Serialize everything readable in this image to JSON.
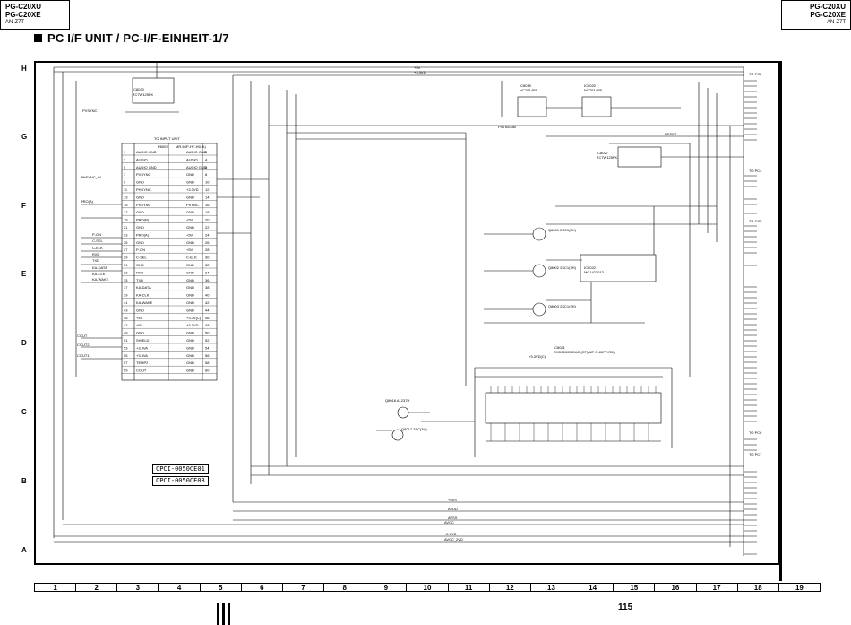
{
  "header": {
    "left_models": [
      "PG-C20XU",
      "PG-C20XE"
    ],
    "left_sub": "AN-Z7T",
    "right_models": [
      "PG-C20XU",
      "PG-C20XE"
    ],
    "right_sub": "AN-Z7T"
  },
  "title": "PC I/F UNIT / PC-I/F-EINHEIT-1/7",
  "row_labels": [
    "H",
    "G",
    "F",
    "E",
    "D",
    "C",
    "B",
    "A"
  ],
  "column_labels": [
    "1",
    "2",
    "3",
    "4",
    "5",
    "6",
    "7",
    "8",
    "9",
    "10",
    "11",
    "12",
    "13",
    "14",
    "15",
    "16",
    "17",
    "18",
    "19"
  ],
  "page_number": "115",
  "code_boxes": [
    "CPCI-0050CE01",
    "CPCI-0050CE03"
  ],
  "components": {
    "ic_top_left": [
      "IC8030",
      "TC7W125FK"
    ],
    "connector_label": "TO INPUT UNIT",
    "connector_ref": "P8003",
    "connector_part": "MR-60P-HF-HD-A)",
    "ic_top_center": [
      "IC8019",
      "NC7S14P5"
    ],
    "ic_top_right": [
      "IC8020",
      "NC7S14P5"
    ],
    "ic_pst": "PST6003M",
    "ic_right": [
      "IC8027",
      "TC7W125FK"
    ],
    "ic_mid": [
      "IC8022",
      "MC1423013"
    ],
    "ic_big": [
      "IC8021",
      "CXD2000DZ/AC (CT)/MF-P-80PT-R8)"
    ],
    "transistors": [
      "Q8001 2SC1(3H)",
      "Q8002 2SC1(3H)",
      "Q8003 2SC1(3H)"
    ],
    "q_lower": [
      "Q8016 A1237H",
      "Q8017 2SC(3H)"
    ]
  },
  "destinations": [
    "TO PC2",
    "TO PC4",
    "TO PC5",
    "TO PC6",
    "TO PC7"
  ],
  "signals_left": [
    "PVSYNC",
    "PHSYNC_IN",
    "PRO(A)",
    "P-ON",
    "C-SEL",
    "C-ELK",
    "RXD",
    "TXD",
    "KA-DATA",
    "KA-CLK",
    "KA-WAKE",
    "COUT",
    "COUT2",
    "COUT1"
  ],
  "signals_top": [
    "+3.3VD",
    "+5V",
    "RESET",
    "+3.3VD(C)"
  ],
  "signals_bottom": [
    "+5VS",
    "AVDD",
    "AVSS",
    "AVCC",
    "+2.3VD",
    "AVCC_2VD"
  ],
  "connector_pins": [
    [
      "1",
      "AUDIO GND",
      "AUDIO GND",
      "2"
    ],
    [
      "3",
      "AUDIO",
      "AUDIO",
      "4"
    ],
    [
      "5",
      "AUDIO GND",
      "AUDIO GND",
      "6"
    ],
    [
      "7",
      "PVSYNC",
      "GND",
      "8"
    ],
    [
      "9",
      "GND",
      "GND",
      "10"
    ],
    [
      "11",
      "PHSYNC",
      "+3.3VD",
      "12"
    ],
    [
      "13",
      "GND",
      "GND",
      "14"
    ],
    [
      "15",
      "PVSYNC",
      "PSYNC",
      "16"
    ],
    [
      "17",
      "GND",
      "GND",
      "18"
    ],
    [
      "19",
      "PRO(N)",
      "+5V",
      "20"
    ],
    [
      "21",
      "GND",
      "GND",
      "22"
    ],
    [
      "23",
      "PRO(A)",
      "+5V",
      "24"
    ],
    [
      "25",
      "GND",
      "GND",
      "26"
    ],
    [
      "27",
      "P-ON",
      "+5V",
      "28"
    ],
    [
      "29",
      "C-SEL",
      "C-ELK",
      "30"
    ],
    [
      "31",
      "GND",
      "GND",
      "32"
    ],
    [
      "33",
      "RXD",
      "GND",
      "34"
    ],
    [
      "35",
      "TXD",
      "GND",
      "36"
    ],
    [
      "37",
      "KA-DATA",
      "GND",
      "38"
    ],
    [
      "39",
      "KA-CLK",
      "GND",
      "40"
    ],
    [
      "41",
      "KA-WAKE",
      "GND",
      "42"
    ],
    [
      "43",
      "GND",
      "GND",
      "44"
    ],
    [
      "45",
      "+5V",
      "+3.3V(C)",
      "46"
    ],
    [
      "47",
      "+5V",
      "+3.3VD",
      "48"
    ],
    [
      "49",
      "GND",
      "GND",
      "50"
    ],
    [
      "51",
      "SHIELD",
      "GND",
      "52"
    ],
    [
      "53",
      "+3.3VA",
      "GND",
      "54"
    ],
    [
      "55",
      "+3.3VA",
      "GND",
      "56"
    ],
    [
      "57",
      "TEMP2",
      "GND",
      "58"
    ],
    [
      "59",
      "COUT",
      "GND",
      "60"
    ]
  ]
}
